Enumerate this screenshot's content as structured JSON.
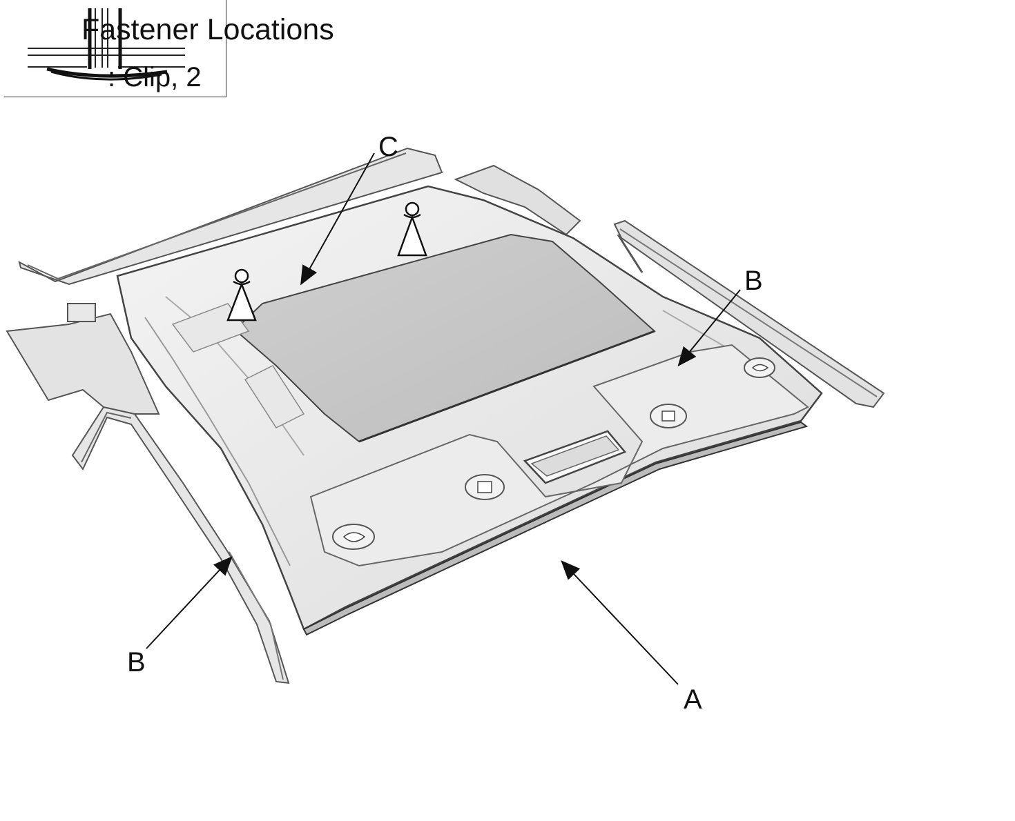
{
  "legend": {
    "title": "Fastener Locations",
    "item_label": ": Clip, 2",
    "icon": "clip-section-icon"
  },
  "callouts": {
    "a": "A",
    "b_right": "B",
    "b_left": "B",
    "c": "C"
  },
  "icons": {
    "clip_marker": "clip-fastener-icon"
  }
}
